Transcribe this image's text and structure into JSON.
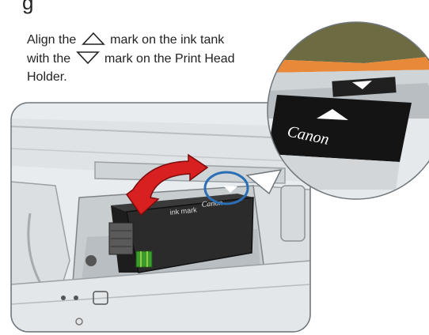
{
  "heading_fragment": "g",
  "instruction": {
    "part1": "Align the",
    "part2": "mark on the ink tank",
    "part3": "with the",
    "part4": "mark on the Print Head",
    "part5": "Holder."
  },
  "icons": {
    "up_triangle": "triangle-up-icon",
    "down_triangle": "triangle-down-icon"
  },
  "callout_label": "Canon",
  "tank_label": "Canon",
  "tank_small_text": "ink mark",
  "colors": {
    "highlight_circle": "#2a6fb5",
    "arrow": "#d82020",
    "chip": "#3a9c2e"
  }
}
